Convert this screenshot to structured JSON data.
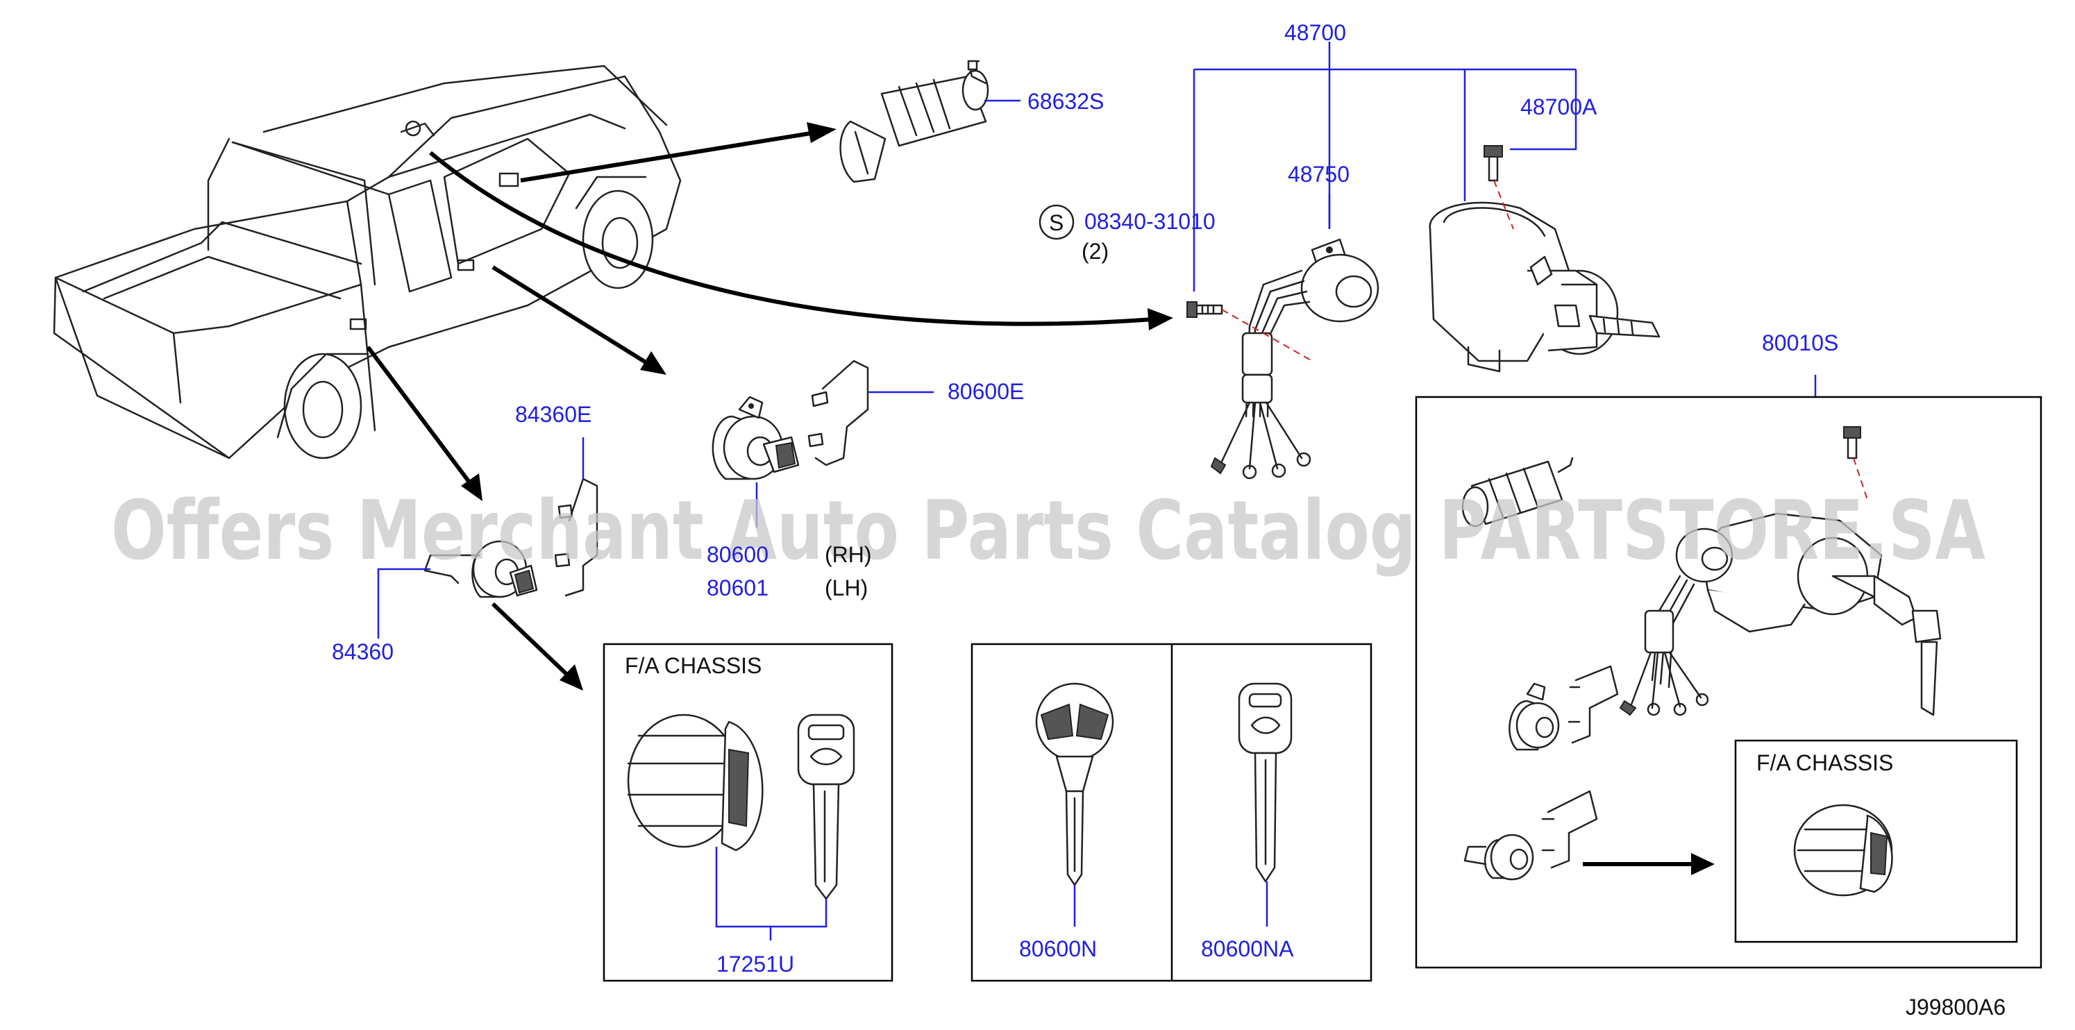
{
  "colors": {
    "part_number": "#1f1fe0",
    "drawing": "#222222",
    "watermark": "#c8c8c8",
    "center_line": "#cc2222"
  },
  "labels": {
    "p48700": "48700",
    "p48700A": "48700A",
    "p48750": "48750",
    "p68632S": "68632S",
    "s_symbol": "S",
    "p08340": "08340-31010",
    "p08340_qty": "(2)",
    "p80010S": "80010S",
    "p80600E": "80600E",
    "p84360E": "84360E",
    "p80600": "80600",
    "p80600_side": "(RH)",
    "p80601": "80601",
    "p80601_side": "(LH)",
    "p84360": "84360",
    "p17251U": "17251U",
    "p80600N": "80600N",
    "p80600NA": "80600NA",
    "fa_chassis_1": "F/A   CHASSIS",
    "fa_chassis_2": "F/A   CHASSIS",
    "diagram_code": "J99800A6"
  },
  "watermark": "Offers Merchant Auto Parts Catalog PARTSTORE.SA"
}
